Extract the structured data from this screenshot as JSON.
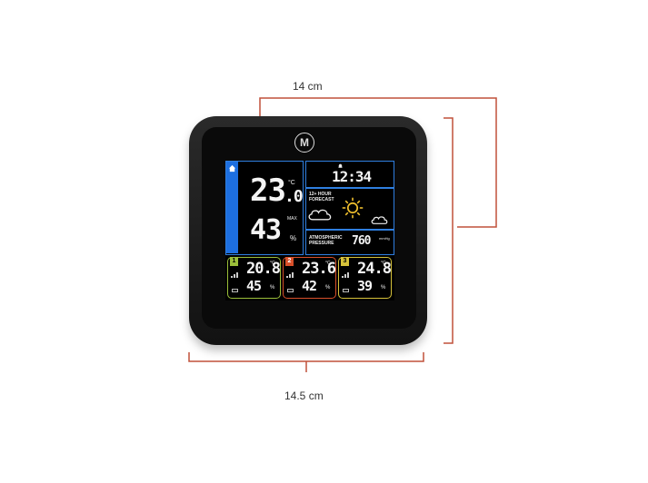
{
  "dimensions": {
    "width_label": "14 cm",
    "length_label": "14.5 cm"
  },
  "logo": "M",
  "indoor": {
    "temperature": "23",
    "temperature_decimal": ".0",
    "temp_unit": "°C",
    "max_label": "MAX",
    "humidity": "43",
    "humidity_unit": "%"
  },
  "clock": {
    "time": "12:34"
  },
  "forecast": {
    "label_line1": "12+ HOUR",
    "label_line2": "FORECAST"
  },
  "pressure": {
    "label_line1": "ATMOSPHERIC",
    "label_line2": "PRESSURE",
    "value": "760",
    "unit": "mmHg"
  },
  "sensors": [
    {
      "channel": "1",
      "temperature": "20.8",
      "temp_unit": "°C",
      "humidity": "45",
      "humidity_unit": "%",
      "color": "#9bbf3a"
    },
    {
      "channel": "2",
      "temperature": "23.6",
      "temp_unit": "°C",
      "humidity": "42",
      "humidity_unit": "%",
      "color": "#d8502a"
    },
    {
      "channel": "3",
      "temperature": "24.8",
      "temp_unit": "°C",
      "humidity": "39",
      "humidity_unit": "%",
      "color": "#d6c23a"
    }
  ],
  "colors": {
    "dimension_line": "#c0513a",
    "accent_blue": "#1d6fe0",
    "sun": "#f2c12e"
  },
  "icons": [
    "home-icon",
    "cloud-icon",
    "sun-icon",
    "small-cloud-icon",
    "signal-icon",
    "battery-icon",
    "alarm-icon"
  ]
}
